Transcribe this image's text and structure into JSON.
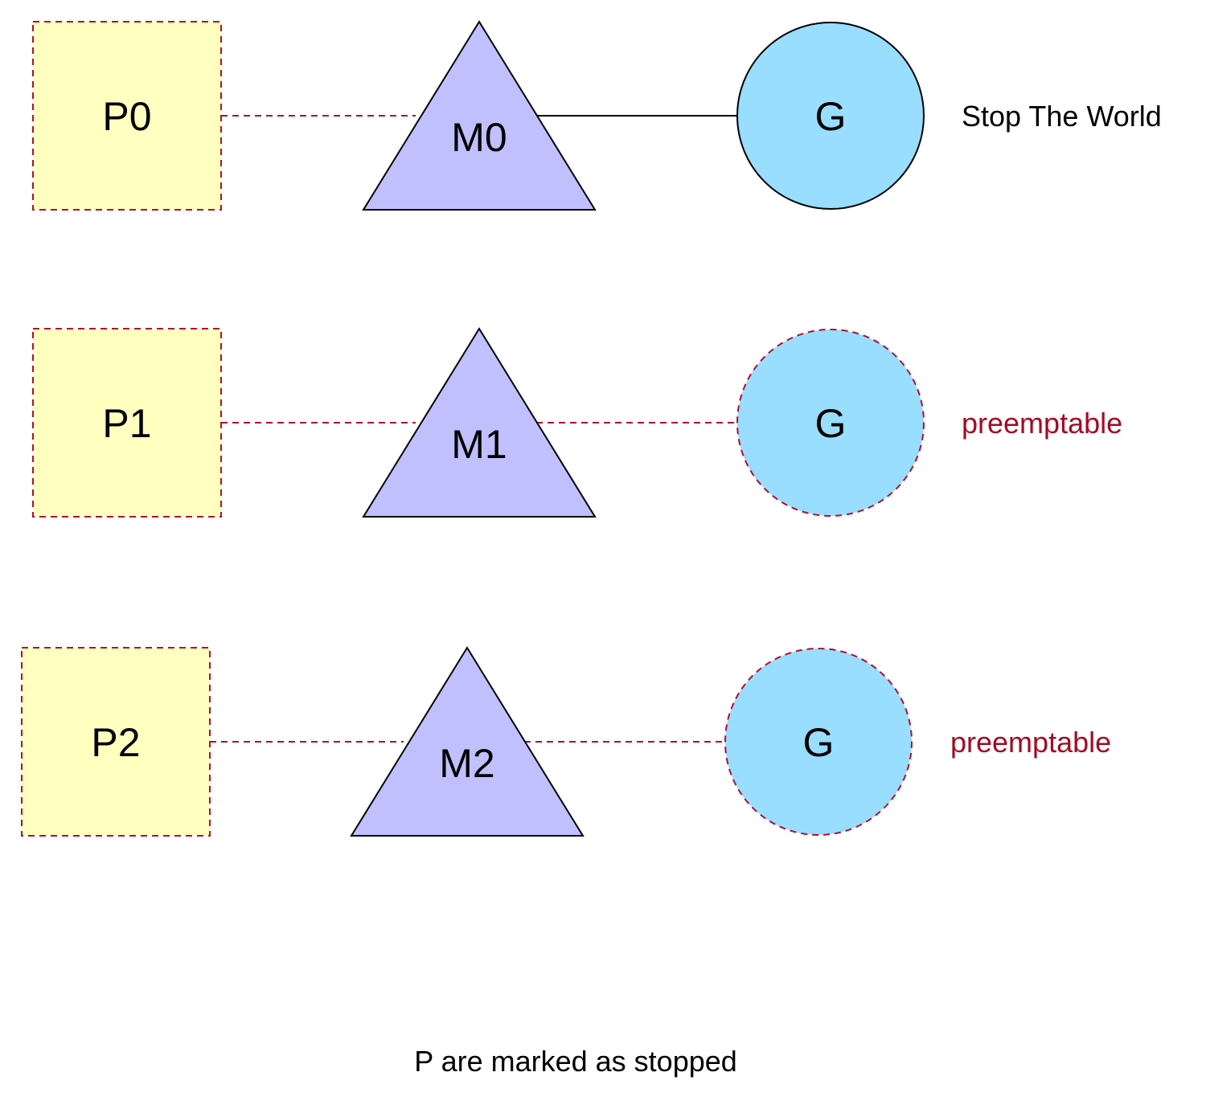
{
  "colors": {
    "processor_fill": "#ffffc0",
    "dashed_stroke": "#b01030",
    "machine_fill": "#c0c0ff",
    "goroutine_fill": "#99ddff",
    "solid_stroke": "#000000",
    "status_stopped": "#000000",
    "status_preemptable": "#a30b24"
  },
  "rows": [
    {
      "processor": {
        "label": "P0"
      },
      "machine": {
        "label": "M0"
      },
      "goroutine": {
        "label": "G",
        "border": "solid"
      },
      "m_to_g_link": "solid",
      "status": {
        "text": "Stop The World",
        "tone": "status_stopped"
      }
    },
    {
      "processor": {
        "label": "P1"
      },
      "machine": {
        "label": "M1"
      },
      "goroutine": {
        "label": "G",
        "border": "dashed"
      },
      "m_to_g_link": "dashed",
      "status": {
        "text": "preemptable",
        "tone": "status_preemptable"
      }
    },
    {
      "processor": {
        "label": "P2"
      },
      "machine": {
        "label": "M2"
      },
      "goroutine": {
        "label": "G",
        "border": "dashed"
      },
      "m_to_g_link": "dashed",
      "status": {
        "text": "preemptable",
        "tone": "status_preemptable"
      }
    }
  ],
  "caption": "P are marked as stopped"
}
